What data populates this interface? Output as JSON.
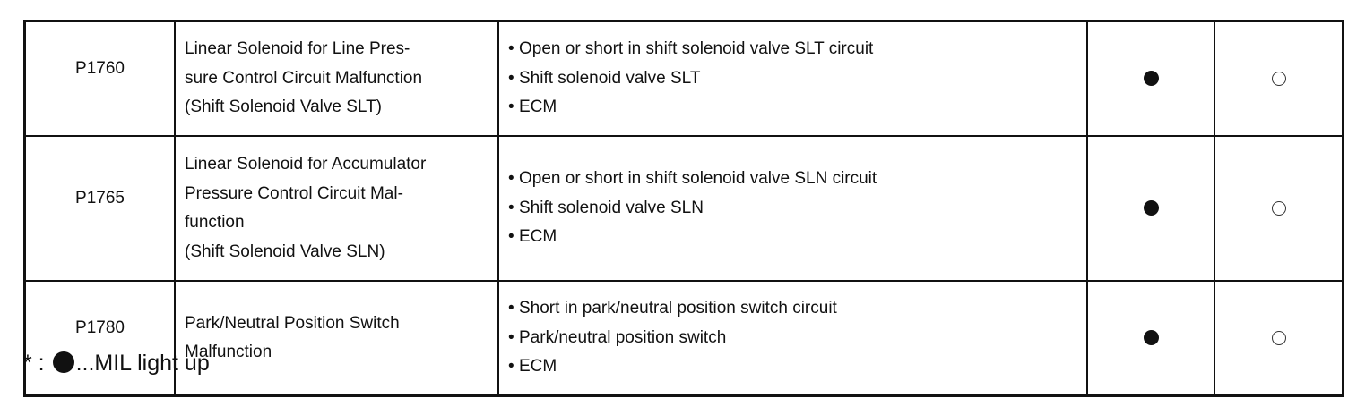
{
  "rows": [
    {
      "code": "P1760",
      "name_lines": [
        "Linear Solenoid for Line Pres-",
        "sure Control Circuit Malfunction",
        "(Shift Solenoid Valve SLT)"
      ],
      "areas": [
        "Open or short in shift solenoid valve SLT circuit",
        "Shift solenoid valve SLT",
        "ECM"
      ],
      "mil": "filled",
      "memory": "open"
    },
    {
      "code": "P1765",
      "name_lines": [
        "Linear Solenoid for Accumulator",
        "Pressure Control Circuit Mal-",
        "function",
        "(Shift Solenoid Valve SLN)"
      ],
      "areas": [
        "Open or short in shift solenoid valve SLN circuit",
        "Shift solenoid valve SLN",
        "ECM"
      ],
      "mil": "filled",
      "memory": "open"
    },
    {
      "code": "P1780",
      "name_lines": [
        "Park/Neutral Position Switch",
        "Malfunction"
      ],
      "areas": [
        "Short in park/neutral position switch circuit",
        "Park/neutral position switch",
        "ECM"
      ],
      "mil": "filled",
      "memory": "open"
    }
  ],
  "bullet_char": "•",
  "footnote": {
    "prefix": "* :",
    "suffix": "...MIL light up"
  }
}
